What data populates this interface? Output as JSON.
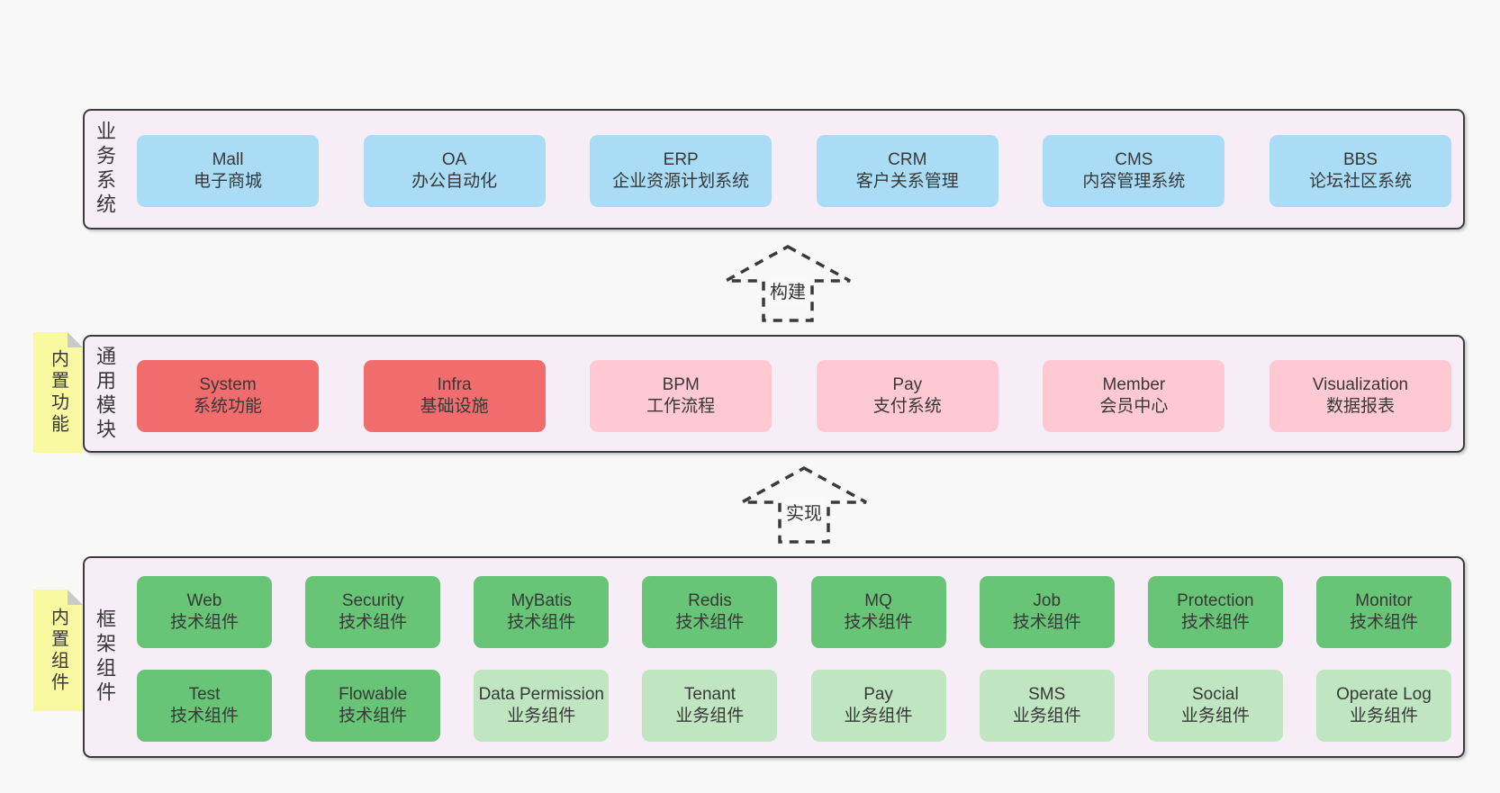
{
  "diagram": {
    "build_arrow_label": "构建",
    "implement_arrow_label": "实现"
  },
  "colors": {
    "page_background": "#f8f8f8",
    "panel_background": "#f6edf6",
    "panel_border": "#3c3c3c",
    "business_box": "#aadcf6",
    "core_module_box": "#f16c6c",
    "module_box": "#ffc9d4",
    "tech_component_box": "#68c476",
    "biz_component_box": "#c0e5c1",
    "sticky_note": "#f9f9a1",
    "sticky_fold": "#c9c9c9",
    "text": "#383838"
  },
  "layers": {
    "business": {
      "label": "业务系统",
      "boxes": [
        {
          "name": "Mall",
          "desc": "电子商城"
        },
        {
          "name": "OA",
          "desc": "办公自动化"
        },
        {
          "name": "ERP",
          "desc": "企业资源计划系统"
        },
        {
          "name": "CRM",
          "desc": "客户关系管理"
        },
        {
          "name": "CMS",
          "desc": "内容管理系统"
        },
        {
          "name": "BBS",
          "desc": "论坛社区系统"
        }
      ]
    },
    "common": {
      "label": "通用模块",
      "sticky": "内置功能",
      "boxes": [
        {
          "name": "System",
          "desc": "系统功能"
        },
        {
          "name": "Infra",
          "desc": "基础设施"
        },
        {
          "name": "BPM",
          "desc": "工作流程"
        },
        {
          "name": "Pay",
          "desc": "支付系统"
        },
        {
          "name": "Member",
          "desc": "会员中心"
        },
        {
          "name": "Visualization",
          "desc": "数据报表"
        }
      ]
    },
    "framework": {
      "label": "框架组件",
      "sticky": "内置组件",
      "rows": [
        [
          {
            "name": "Web",
            "desc": "技术组件"
          },
          {
            "name": "Security",
            "desc": "技术组件"
          },
          {
            "name": "MyBatis",
            "desc": "技术组件"
          },
          {
            "name": "Redis",
            "desc": "技术组件"
          },
          {
            "name": "MQ",
            "desc": "技术组件"
          },
          {
            "name": "Job",
            "desc": "技术组件"
          },
          {
            "name": "Protection",
            "desc": "技术组件"
          },
          {
            "name": "Monitor",
            "desc": "技术组件"
          }
        ],
        [
          {
            "name": "Test",
            "desc": "技术组件"
          },
          {
            "name": "Flowable",
            "desc": "技术组件"
          },
          {
            "name": "Data Permission",
            "desc": "业务组件"
          },
          {
            "name": "Tenant",
            "desc": "业务组件"
          },
          {
            "name": "Pay",
            "desc": "业务组件"
          },
          {
            "name": "SMS",
            "desc": "业务组件"
          },
          {
            "name": "Social",
            "desc": "业务组件"
          },
          {
            "name": "Operate Log",
            "desc": "业务组件"
          }
        ]
      ]
    }
  }
}
